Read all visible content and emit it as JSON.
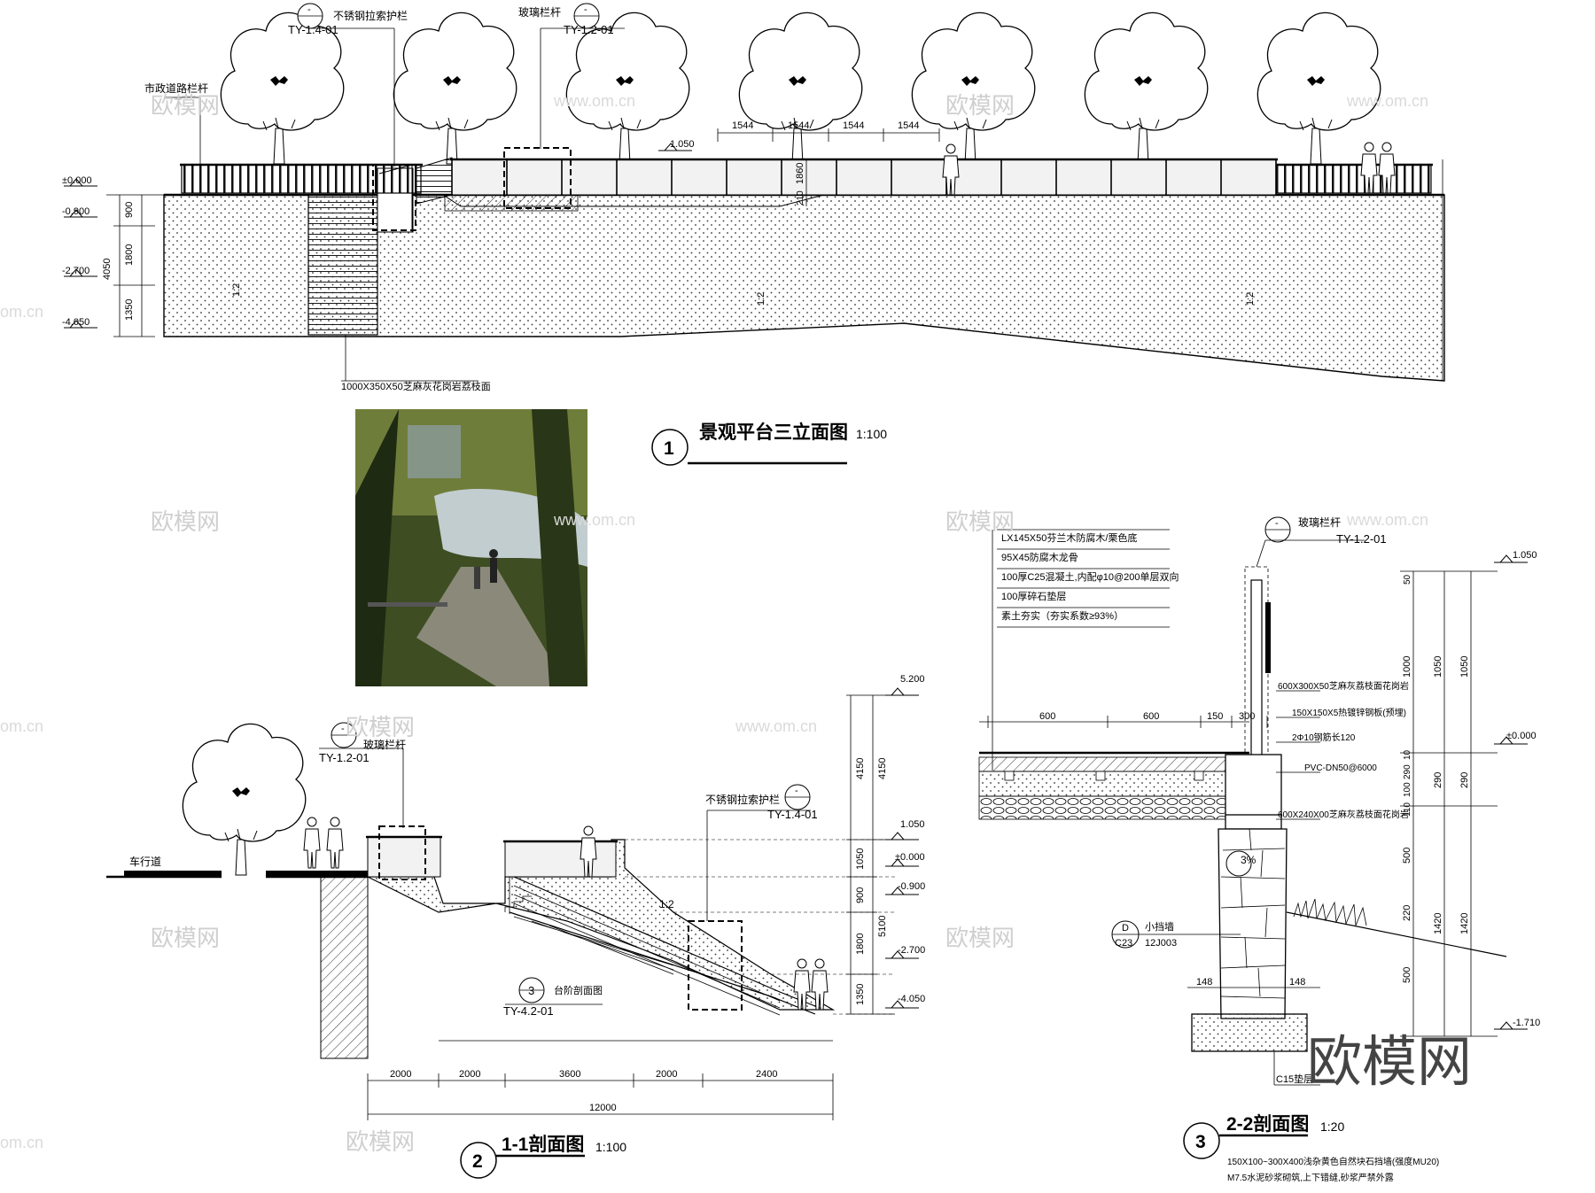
{
  "elevation": {
    "title_num": "1",
    "title": "景观平台三立面图",
    "scale": "1:100",
    "labels": {
      "road_rail": "市政道路栏杆",
      "ss_rail": "不锈钢拉索护栏",
      "ss_rail_ref": "TY-1.4-01",
      "glass_rail": "玻璃栏杆",
      "glass_rail_ref": "TY-1.2-01",
      "stone_note": "1000X350X50芝麻灰花岗岩荔枝面",
      "dash": "-"
    },
    "levels": [
      "±0.000",
      "-0.900",
      "-2.700",
      "-4.050",
      "1.050"
    ],
    "dims_vertical": [
      "900",
      "1800",
      "1350",
      "4050",
      "1860",
      "210"
    ],
    "dims_horizontal": [
      "1544",
      "1544",
      "1544",
      "1544"
    ],
    "slope": [
      "1:2",
      "1:2",
      "1:2"
    ]
  },
  "section11": {
    "title_num": "2",
    "title": "1-1剖面图",
    "scale": "1:100",
    "labels": {
      "road": "车行道",
      "glass_rail": "玻璃栏杆",
      "glass_rail_ref": "TY-1.2-01",
      "ss_rail": "不锈钢拉索护栏",
      "ss_rail_ref": "TY-1.4-01",
      "step_num": "3",
      "step_label": "台阶剖面图",
      "step_ref": "TY-4.2-01",
      "slope": "1:2",
      "dash": "-"
    },
    "levels": [
      "5.200",
      "1.050",
      "±0.000",
      "-0.900",
      "-2.700",
      "-4.050"
    ],
    "dims_vertical_a": [
      "4150",
      "1050",
      "900",
      "1800",
      "1350"
    ],
    "dims_vertical_b": [
      "4150",
      "5100"
    ],
    "dims_horizontal": [
      "2000",
      "2000",
      "3600",
      "2000",
      "2400"
    ],
    "total": "12000"
  },
  "section22": {
    "title_num": "3",
    "title": "2-2剖面图",
    "scale": "1:20",
    "layers": [
      "LX145X50芬兰木防腐木/栗色底",
      "95X45防腐木龙骨",
      "100厚C25混凝土,内配φ10@200单层双向",
      "100厚碎石垫层",
      "素土夯实（夯实系数≥93%）"
    ],
    "labels": {
      "glass_rail": "玻璃栏杆",
      "glass_rail_ref": "TY-1.2-01",
      "dash": "-",
      "stone_cap": "600X300X50芝麻灰荔枝面花岗岩",
      "steel_plate": "150X150X5热镀锌钢板(预埋)",
      "rebar": "2Φ10钢筋长120",
      "pvc": "PVC-DN50@6000",
      "stone_base": "600X240X00芝麻灰荔枝面花岗岩",
      "slope_pct": "3%",
      "wall_sym": "D",
      "wall_label": "小挡墙",
      "wall_ref1": "C23",
      "wall_ref2": "12J003",
      "bottom_note": "C15垫层",
      "note1": "150X100~300X400浅杂黄色自然块石挡墙(强度MU20)",
      "note2": "M7.5水泥砂浆砌筑,上下错缝,砂浆严禁外露"
    },
    "levels": [
      "1.050",
      "±0.000",
      "-1.710"
    ],
    "dims_horizontal": [
      "600",
      "600",
      "150",
      "300"
    ],
    "dims_width": [
      "148",
      "148"
    ],
    "dims_vertical_a": [
      "50",
      "1000",
      "10",
      "290",
      "100",
      "110",
      "500",
      "220",
      "500"
    ],
    "dims_vertical_b": [
      "1050",
      "290",
      "1420"
    ],
    "dims_vertical_c": [
      "1050",
      "290",
      "1420"
    ]
  },
  "watermark": {
    "brand": "欧模网",
    "url": "www.om.cn",
    "url_short": "om.cn"
  }
}
